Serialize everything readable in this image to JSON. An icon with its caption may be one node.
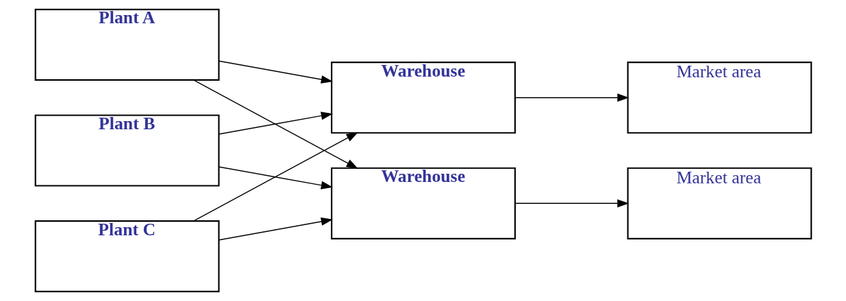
{
  "diagram": {
    "nodes": [
      {
        "text": [
          "Plant A"
        ]
      },
      {
        "text": [
          "Plant B"
        ]
      },
      {
        "text": [
          "Plant C"
        ]
      },
      {
        "text": [
          "Warehouse"
        ]
      },
      {
        "text": [
          "Warehouse"
        ]
      },
      {
        "text": [
          "Market area"
        ]
      },
      {
        "text": [
          "Market area"
        ]
      }
    ],
    "edges": [
      {
        "from": 0,
        "to": 3,
        "arrow": "to"
      },
      {
        "from": 0,
        "to": 4,
        "arrow": "to"
      },
      {
        "from": 1,
        "to": 3,
        "arrow": "to"
      },
      {
        "from": 1,
        "to": 4,
        "arrow": "to"
      },
      {
        "from": 2,
        "to": 3,
        "arrow": "to"
      },
      {
        "from": 2,
        "to": 4,
        "arrow": "to"
      },
      {
        "from": 3,
        "to": 5,
        "arrow": "to"
      },
      {
        "from": 4,
        "to": 6,
        "arrow": "to"
      }
    ]
  }
}
